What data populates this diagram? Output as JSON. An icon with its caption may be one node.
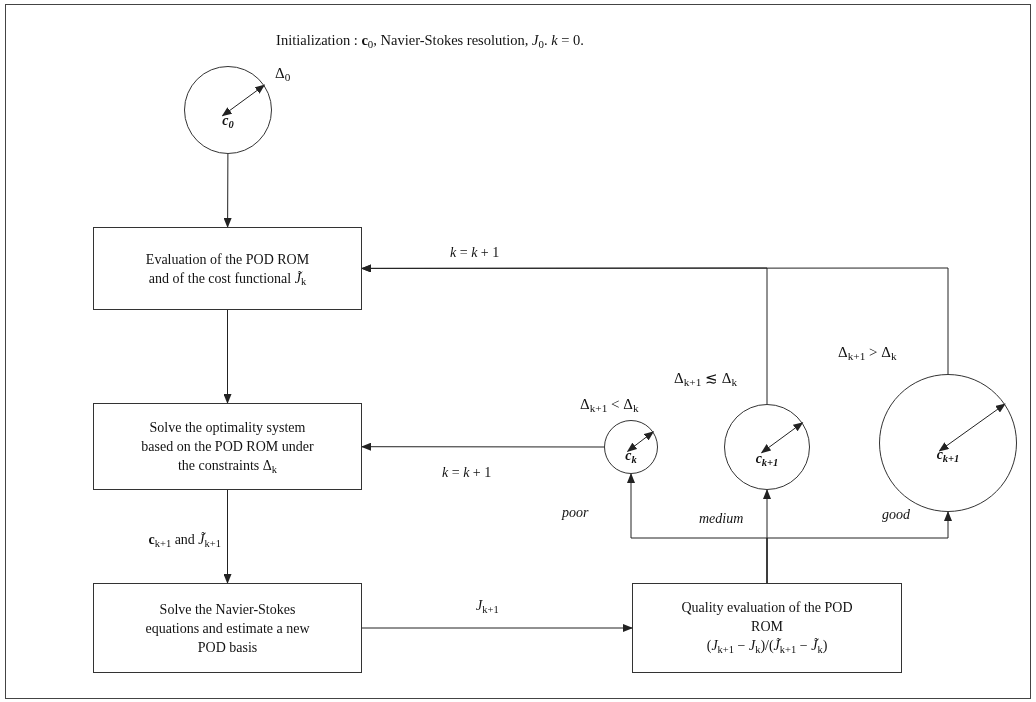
{
  "diagram": {
    "title": "Initialization : **c**$_{0}$, Navier-Stokes resolution, *J*$_{0}$. *k* = 0.",
    "nodes": [
      {
        "text": [
          "c$_{0}$"
        ],
        "beside": [
          "Δ$_{0}$"
        ]
      },
      {
        "text": [
          "Evaluation of the POD ROM and of the cost functional *J̃*$_{k}$"
        ]
      },
      {
        "text": [
          "Solve the optimality system based on the POD ROM under the constraints Δ$_{k}$"
        ]
      },
      {
        "text": [
          "Solve the Navier-Stokes equations and estimate a new POD basis"
        ]
      },
      {
        "text": [
          "Quality evaluation of the POD ROM",
          "(*J*$_{k+1}$ − *J*$_{k}$)/(*J̃*$_{k+1}$ − *J̃*$_{k}$)"
        ]
      },
      {
        "text": [
          "c$_{k}$"
        ],
        "beside": [
          "Δ$_{k+1}$ < Δ$_{k}$"
        ]
      },
      {
        "text": [
          "c$_{k+1}$"
        ],
        "beside": [
          "Δ$_{k+1}$ ≲ Δ$_{k}$"
        ]
      },
      {
        "text": [
          "c$_{k+1}$"
        ],
        "beside": [
          "Δ$_{k+1}$ > Δ$_{k}$"
        ]
      }
    ],
    "edges": [
      {
        "from": 0,
        "to": 1,
        "arrow": "to"
      },
      {
        "from": 1,
        "to": 2,
        "arrow": "to"
      },
      {
        "from": 2,
        "to": 3,
        "arrow": "to",
        "label": "**c**$_{k+1}$ and *J̃*$_{k+1}$"
      },
      {
        "from": 3,
        "to": 4,
        "arrow": "to",
        "label": "*J*$_{k+1}$"
      },
      {
        "from": 4,
        "to": 5,
        "arrow": "to",
        "label": "poor"
      },
      {
        "from": 4,
        "to": 6,
        "arrow": "to",
        "label": "medium"
      },
      {
        "from": 4,
        "to": 7,
        "arrow": "to",
        "label": "good"
      },
      {
        "from": 5,
        "to": 2,
        "arrow": "to",
        "label": "*k* = *k* + 1"
      },
      {
        "from": 6,
        "to": 1,
        "arrow": "to",
        "label": "*k* = *k* + 1"
      },
      {
        "from": 7,
        "to": 1,
        "arrow": "to"
      }
    ]
  }
}
